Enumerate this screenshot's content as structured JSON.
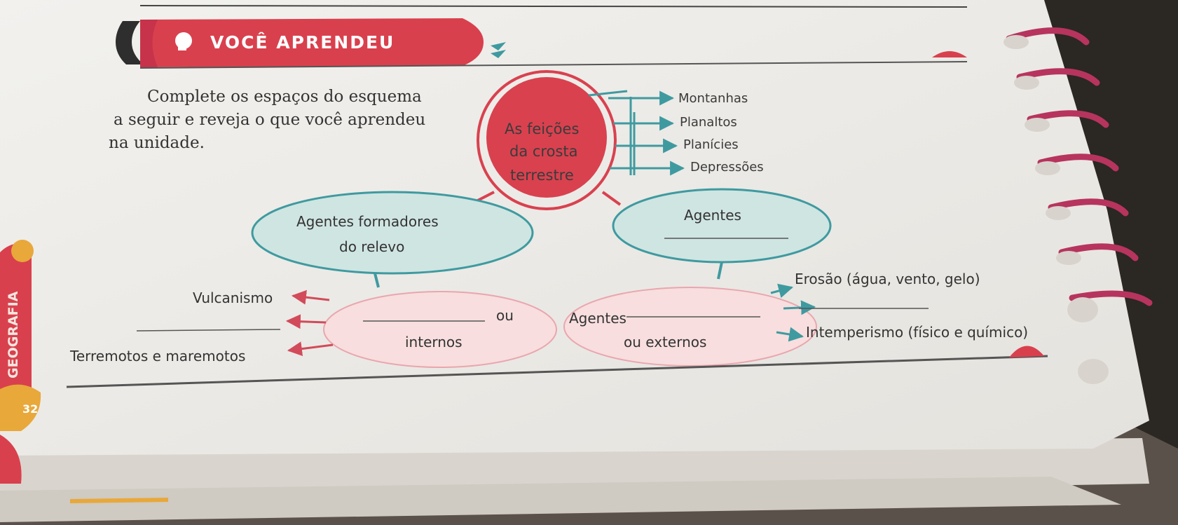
{
  "section_title": "VOCÊ APRENDEU",
  "instruction": {
    "line1": "Complete os espaços do esquema",
    "line2": "a seguir e reveja o que você aprendeu",
    "line3": "na unidade."
  },
  "center_node": {
    "line1": "As feições",
    "line2": "da crosta",
    "line3": "terrestre"
  },
  "relief_forms": [
    "Montanhas",
    "Planaltos",
    "Planícies",
    "Depressões"
  ],
  "formers_node": {
    "line1": "Agentes formadores",
    "line2": "do relevo"
  },
  "agents_node": {
    "label": "Agentes"
  },
  "internal_node": {
    "connector": "ou",
    "line2": "internos"
  },
  "external_node": {
    "line1": "Agentes",
    "line2": "ou externos"
  },
  "internal_examples": [
    "Vulcanismo",
    "Terremotos e maremotos"
  ],
  "external_examples": [
    "Erosão (água, vento, gelo)",
    "Intemperismo (físico e químico)"
  ],
  "page_number": "32",
  "side_label": "GEOGRAFIA",
  "colors": {
    "banner": "#d9404d",
    "center": "#d9414f",
    "oval_blue": "#cfe5e2",
    "oval_pink": "#f8dede",
    "arrow": "#3f9aa0",
    "spiral": "#b7345f",
    "page_tab": "#e8a83a"
  }
}
